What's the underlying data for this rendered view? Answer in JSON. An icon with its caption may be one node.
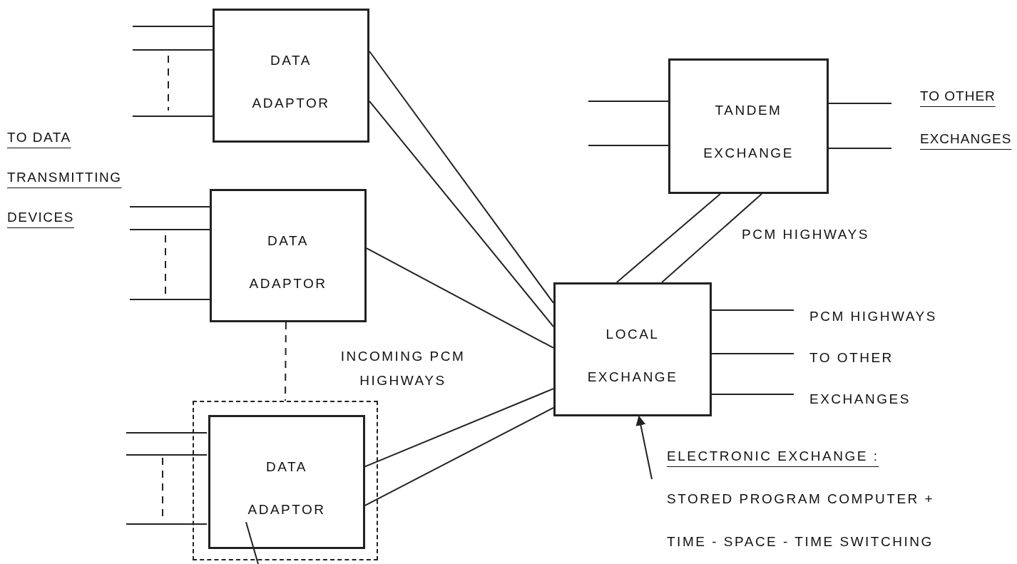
{
  "diagram": {
    "nodes": [
      {
        "text": [
          "DATA ADAPTOR"
        ]
      },
      {
        "text": [
          "DATA ADAPTOR"
        ]
      },
      {
        "text": [],
        "shape": "box"
      },
      {
        "text": [
          "DATA ADAPTOR"
        ],
        "in": 2
      },
      {
        "text": [
          "LOCAL EXCHANGE"
        ]
      },
      {
        "text": [
          "TANDEM EXCHANGE"
        ]
      },
      {
        "text": [
          "ELECTRONIC EXCHANGE :",
          "STORED PROGRAM COMPUTER + TIME - SPACE - TIME SWITCHING"
        ]
      }
    ],
    "edges": [
      {
        "from": null,
        "to": 0,
        "arrow": "none"
      },
      {
        "from": null,
        "to": 0,
        "arrow": "none"
      },
      {
        "from": null,
        "to": 0,
        "arrow": "none"
      },
      {
        "from": null,
        "to": 1,
        "arrow": "none"
      },
      {
        "from": null,
        "to": 1,
        "arrow": "none"
      },
      {
        "from": null,
        "to": 1,
        "arrow": "none"
      },
      {
        "from": null,
        "to": 3,
        "arrow": "none"
      },
      {
        "from": null,
        "to": 3,
        "arrow": "none"
      },
      {
        "from": null,
        "to": 3,
        "arrow": "none"
      },
      {
        "from": 0,
        "to": 4,
        "arrow": "none"
      },
      {
        "from": 0,
        "to": 4,
        "arrow": "none"
      },
      {
        "from": 1,
        "to": 4,
        "arrow": "none"
      },
      {
        "from": 3,
        "to": 4,
        "arrow": "none"
      },
      {
        "from": 3,
        "to": 4,
        "arrow": "none"
      },
      {
        "from": 1,
        "to": 2,
        "arrow": "none",
        "style": "dashed"
      },
      {
        "from": 5,
        "to": 4,
        "arrow": "none"
      },
      {
        "from": 5,
        "to": 4,
        "arrow": "none"
      },
      {
        "from": null,
        "to": 5,
        "arrow": "none"
      },
      {
        "from": null,
        "to": 5,
        "arrow": "none"
      },
      {
        "from": 5,
        "to": null,
        "arrow": "none"
      },
      {
        "from": 5,
        "to": null,
        "arrow": "none"
      },
      {
        "from": 4,
        "to": null,
        "arrow": "none"
      },
      {
        "from": 4,
        "to": null,
        "arrow": "none"
      },
      {
        "from": 4,
        "to": null,
        "arrow": "none"
      },
      {
        "from": 6,
        "to": 4,
        "arrow": "to"
      },
      {
        "from": null,
        "to": 3,
        "arrow": "none"
      }
    ],
    "labels": [
      "TO DATA TRANSMITTING DEVICES",
      "INCOMING PCM HIGHWAYS",
      "PCM HIGHWAYS",
      "TO OTHER EXCHANGES",
      "PCM HIGHWAYS TO OTHER EXCHANGES"
    ]
  }
}
